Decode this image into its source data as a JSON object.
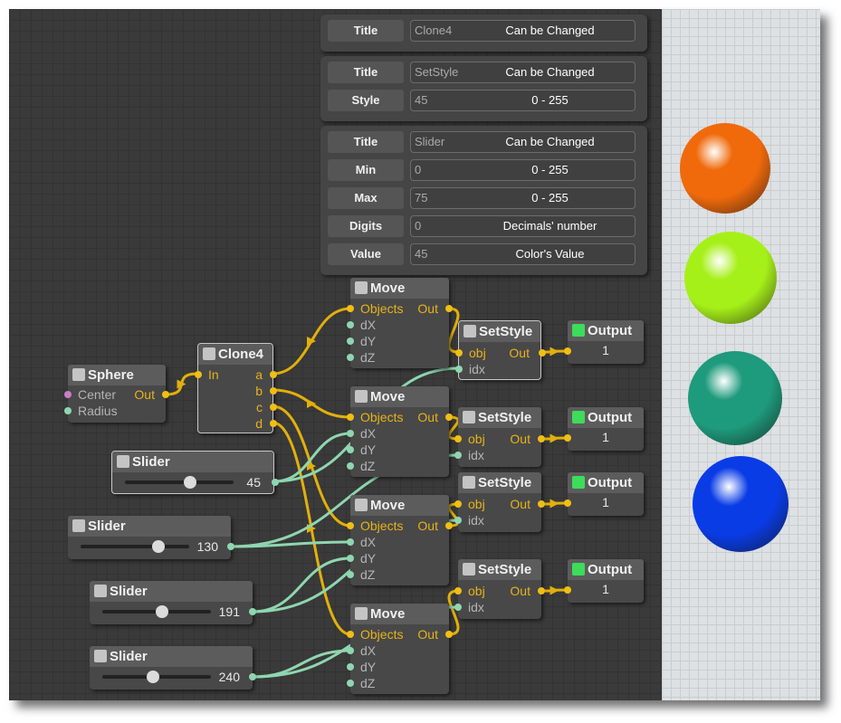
{
  "properties": {
    "clone": [
      {
        "label": "Title",
        "value": "Clone4",
        "desc": "Can be Changed"
      }
    ],
    "setstyle": [
      {
        "label": "Title",
        "value": "SetStyle",
        "desc": "Can be Changed"
      },
      {
        "label": "Style",
        "value": "45",
        "desc": "0 - 255"
      }
    ],
    "slider": [
      {
        "label": "Title",
        "value": "Slider",
        "desc": "Can be Changed"
      },
      {
        "label": "Min",
        "value": "0",
        "desc": "0 - 255"
      },
      {
        "label": "Max",
        "value": "75",
        "desc": "0 - 255"
      },
      {
        "label": "Digits",
        "value": "0",
        "desc": "Decimals' number"
      },
      {
        "label": "Value",
        "value": "45",
        "desc": "Color's Value"
      }
    ]
  },
  "nodes": {
    "sphere": {
      "title": "Sphere",
      "inputs": [
        "Center",
        "Radius"
      ],
      "output": "Out"
    },
    "clone": {
      "title": "Clone4",
      "input": "In",
      "outputs": [
        "a",
        "b",
        "c",
        "d"
      ]
    },
    "move": {
      "title": "Move",
      "inputs": [
        "Objects",
        "dX",
        "dY",
        "dZ"
      ],
      "output": "Out"
    },
    "setstyle": {
      "title": "SetStyle",
      "inputs": [
        "obj",
        "idx"
      ],
      "output": "Out"
    },
    "output": {
      "title": "Output",
      "value": "1"
    },
    "slider_title": "Slider",
    "sliders": [
      {
        "value": "45",
        "fraction": 0.6
      },
      {
        "value": "130",
        "fraction": 0.72
      },
      {
        "value": "191",
        "fraction": 0.55
      },
      {
        "value": "240",
        "fraction": 0.47
      }
    ]
  },
  "viewport": {
    "spheres": [
      {
        "name": "orange-sphere",
        "color": "#f06a0c"
      },
      {
        "name": "lime-sphere",
        "color": "#a6f019"
      },
      {
        "name": "teal-sphere",
        "color": "#1e9a7c"
      },
      {
        "name": "blue-sphere",
        "color": "#0a3ce6"
      }
    ]
  },
  "colors": {
    "wire_yellow": "#e2b00c",
    "wire_green": "#8fd6b0",
    "output_green": "#3ddc5a"
  }
}
